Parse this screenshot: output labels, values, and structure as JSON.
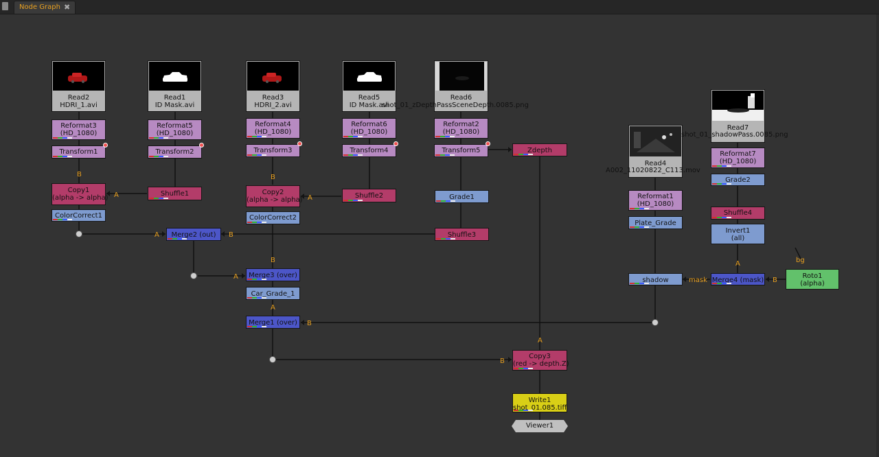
{
  "panel": {
    "tab_label": "Node Graph",
    "close_glyph": "✖"
  },
  "colors": {
    "background": "#333333",
    "reformat": "#b78ac2",
    "transform": "#b78ac2",
    "shuffle": "#b33c69",
    "copy": "#b33c69",
    "grade": "#7e9bcf",
    "merge": "#4c56c8",
    "roto": "#62c16b",
    "write": "#d9cf16",
    "read": "#b5b5b5",
    "wire": "#111111",
    "pipe_label": "#e8a020"
  },
  "nodes": {
    "read2": {
      "name": "Read2",
      "file": "HDRI_1.avi",
      "thumb": "red-car"
    },
    "read1": {
      "name": "Read1",
      "file": "ID Mask.avi",
      "thumb": "white-car-mask"
    },
    "read3": {
      "name": "Read3",
      "file": "HDRI_2.avi",
      "thumb": "red-car"
    },
    "read5": {
      "name": "Read5",
      "file": "ID Mask.avi",
      "thumb": "white-car-mask"
    },
    "read6": {
      "name": "Read6",
      "file": "shot_01_zDepthPassSceneDepth.0085.png",
      "thumb": "depth-pass"
    },
    "read4": {
      "name": "Read4",
      "file": "A002_11020822_C113.mov",
      "thumb": "night-street"
    },
    "read7": {
      "name": "Read7",
      "file": "shot_01_shadowPass.0085.png",
      "thumb": "shadow-pass"
    },
    "reformat3": {
      "name": "Reformat3",
      "sub": "(HD_1080)"
    },
    "reformat5": {
      "name": "Reformat5",
      "sub": "(HD_1080)"
    },
    "reformat4": {
      "name": "Reformat4",
      "sub": "(HD_1080)"
    },
    "reformat6": {
      "name": "Reformat6",
      "sub": "(HD_1080)"
    },
    "reformat2": {
      "name": "Reformat2",
      "sub": "(HD_1080)"
    },
    "reformat1": {
      "name": "Reformat1",
      "sub": "(HD_1080)"
    },
    "reformat7": {
      "name": "Reformat7",
      "sub": "(HD_1080)"
    },
    "transform1": {
      "name": "Transform1"
    },
    "transform2": {
      "name": "Transform2"
    },
    "transform3": {
      "name": "Transform3"
    },
    "transform4": {
      "name": "Transform4"
    },
    "transform5": {
      "name": "Transform5"
    },
    "copy1": {
      "name": "Copy1",
      "sub": "(alpha -> alpha)"
    },
    "copy2": {
      "name": "Copy2",
      "sub": "(alpha -> alpha)"
    },
    "copy3": {
      "name": "Copy3",
      "sub": "(red -> depth.Z)"
    },
    "shuffle1": {
      "name": "Shuffle1"
    },
    "shuffle2": {
      "name": "Shuffle2"
    },
    "shuffle3": {
      "name": "Shuffle3"
    },
    "shuffle4": {
      "name": "Shuffle4"
    },
    "colorcorrect1": {
      "name": "ColorCorrect1"
    },
    "colorcorrect2": {
      "name": "ColorCorrect2"
    },
    "grade1": {
      "name": "Grade1"
    },
    "grade2": {
      "name": "Grade2"
    },
    "plate_grade": {
      "name": "Plate_Grade"
    },
    "car_grade": {
      "name": "Car_Grade_1"
    },
    "shadow": {
      "name": "shadow"
    },
    "invert1": {
      "name": "Invert1",
      "sub": "(all)"
    },
    "merge2": {
      "name": "Merge2 (out)"
    },
    "merge3": {
      "name": "Merge3 (over)"
    },
    "merge1": {
      "name": "Merge1 (over)"
    },
    "merge4": {
      "name": "Merge4 (mask)"
    },
    "zdepth": {
      "name": "Zdepth"
    },
    "roto1": {
      "name": "Roto1",
      "sub": "(alpha)"
    },
    "write1": {
      "name": "Write1",
      "sub": "shot_01.085.tiff"
    },
    "viewer1": {
      "name": "Viewer1"
    }
  },
  "pipe_labels": {
    "b1": "B",
    "a1": "A",
    "b2": "B",
    "a2": "A",
    "a_m2": "A",
    "b_m2": "B",
    "b_m3": "B",
    "a_m3": "A",
    "a_m1": "A",
    "b_m1": "B",
    "a_c3": "A",
    "b_c3": "B",
    "a_m4": "A",
    "mask_m4": "mask",
    "b_m4": "B",
    "bg_roto": "bg"
  }
}
